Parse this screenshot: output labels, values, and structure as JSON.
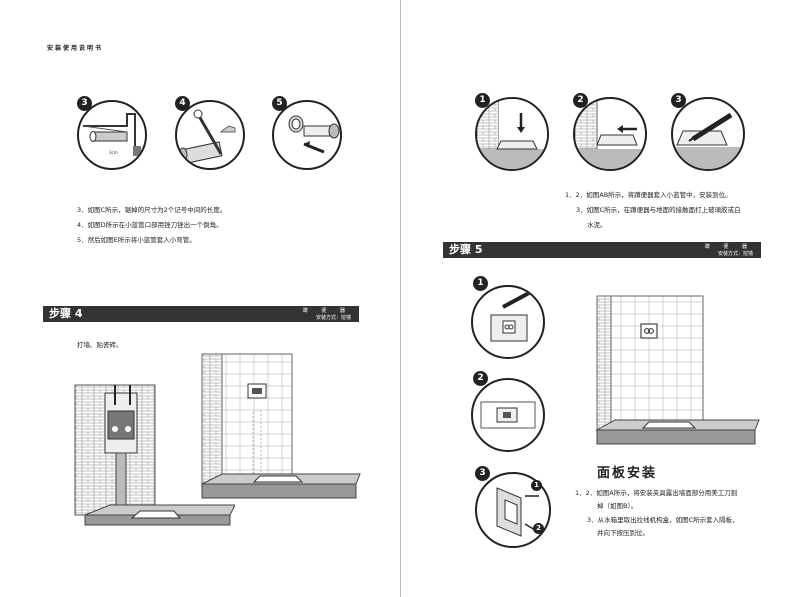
{
  "left": {
    "header": "安装使用说明书",
    "steps_top": [
      "3",
      "4",
      "5"
    ],
    "text_lines": [
      "3．如图C所示，锯掉的尺寸为2个记号中间的长度。",
      "4．如图D所示在小蓝管口部用锉刀锉出一个倒角。",
      "5．然后如图E所示将小蓝管套入小弯管。"
    ],
    "section": {
      "title": "步骤 4",
      "right_line1": "蹲 便 器",
      "right_line2": "安装方式：挖墙"
    },
    "instruction": "打墙、贴瓷砖。"
  },
  "right": {
    "steps_top": [
      "1",
      "2",
      "3"
    ],
    "text_lines": [
      "1．2．如图AB所示，将蹲便器套入小蓝管中，安装到位。",
      "3．如图C所示，在蹲便器与地面的接触面打上玻璃胶或白",
      "水泥。"
    ],
    "section": {
      "title": "步骤 5",
      "right_line1": "蹲 便 器",
      "right_line2": "安装方式：挖墙"
    },
    "steps_side": [
      "1",
      "2",
      "3"
    ],
    "callouts": [
      "1",
      "2"
    ],
    "panel_title": "面板安装",
    "panel_lines": [
      "1．2．如图A所示，将安装夹具露出墙面部分用美工刀割",
      "掉（如图B）。",
      "3．从水箱里取出拉线机构盒，如图C所示套入隔板，",
      "并向下按压到位。"
    ]
  }
}
